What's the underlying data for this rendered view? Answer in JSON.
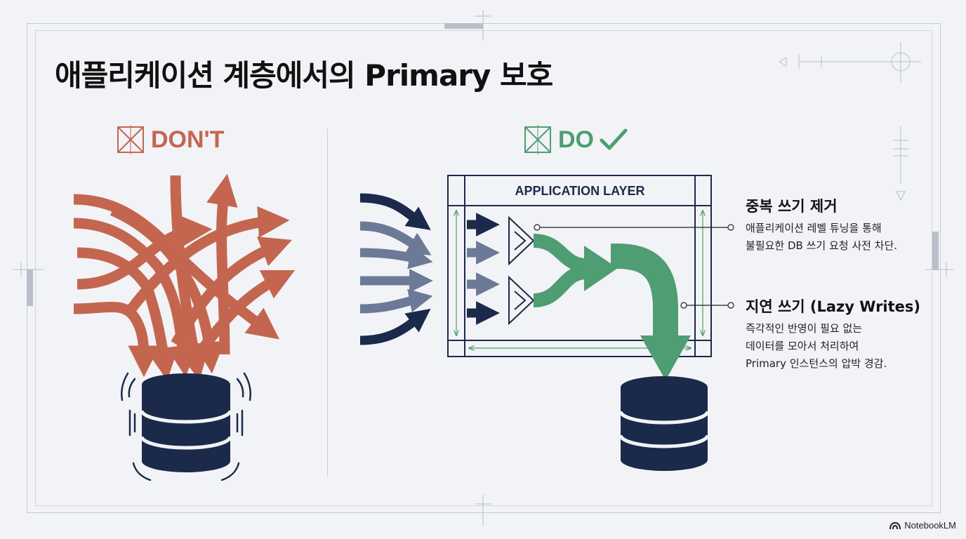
{
  "title": "애플리케이션 계층에서의 Primary 보호",
  "dont": {
    "label": "DON'T"
  },
  "do": {
    "label": "DO"
  },
  "app_layer": {
    "label": "APPLICATION LAYER"
  },
  "annotations": [
    {
      "title": "중복 쓰기 제거",
      "text": "애플리케이션 레벨 튜닝을 통해\n불필요한 DB 쓰기 요청 사전 차단."
    },
    {
      "title": "지연 쓰기 (Lazy Writes)",
      "text": "즉각적인 반영이 필요 없는\n데이터를 모아서 처리하여\nPrimary 인스턴스의 압박 경감."
    }
  ],
  "logo": {
    "text": "NotebookLM"
  },
  "colors": {
    "dont": "#c4664f",
    "do": "#4f9d72",
    "navy": "#1b2a4a",
    "frame": "#c5c9d1"
  }
}
